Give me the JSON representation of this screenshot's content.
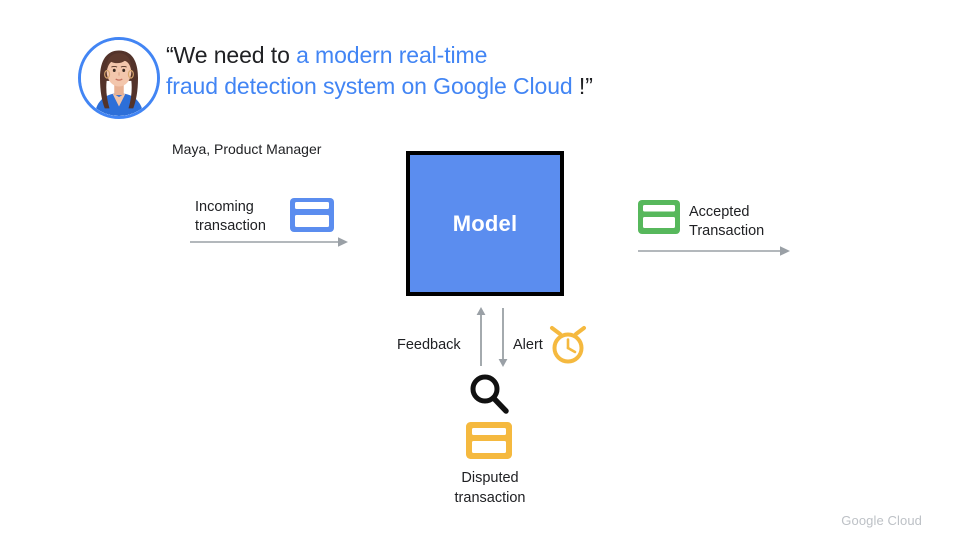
{
  "slide": {
    "background_color": "#ffffff",
    "footer_logo": "Google Cloud"
  },
  "quote": {
    "part1": "“We need to ",
    "part2_highlight": "a modern real-time",
    "part3_highlight": "fraud detection system on Google Cloud",
    "part4": " !”",
    "attribution": "Maya, Product Manager",
    "highlight_color": "#4285F4",
    "text_color": "#202124",
    "avatar_icon": "person-avatar-photo",
    "avatar_ring_color": "#4285F4"
  },
  "model": {
    "label": "Model",
    "fill_color": "#5B8DEF",
    "border_color": "#000000",
    "text_color": "#ffffff"
  },
  "incoming": {
    "label_line1": "Incoming",
    "label_line2": "transaction",
    "icon": "credit-card-icon",
    "icon_color": "#5B8DEF",
    "arrow": "arrow-right-icon",
    "arrow_color": "#9aa0a6"
  },
  "accepted": {
    "label_line1": "Accepted",
    "label_line2": "Transaction",
    "icon": "credit-card-icon",
    "icon_color": "#57B85C",
    "arrow": "arrow-right-icon",
    "arrow_color": "#9aa0a6"
  },
  "feedback": {
    "label": "Feedback",
    "arrow": "arrow-up-icon",
    "arrow_color": "#9aa0a6"
  },
  "alert": {
    "label": "Alert",
    "arrow": "arrow-down-icon",
    "arrow_color": "#9aa0a6",
    "icon": "alarm-clock-icon",
    "icon_color": "#F5B93F"
  },
  "disputed": {
    "magnifier_icon": "magnifying-glass-icon",
    "magnifier_color": "#111111",
    "card_icon": "credit-card-icon",
    "card_color": "#F5B93F",
    "label_line1": "Disputed",
    "label_line2": "transaction"
  }
}
